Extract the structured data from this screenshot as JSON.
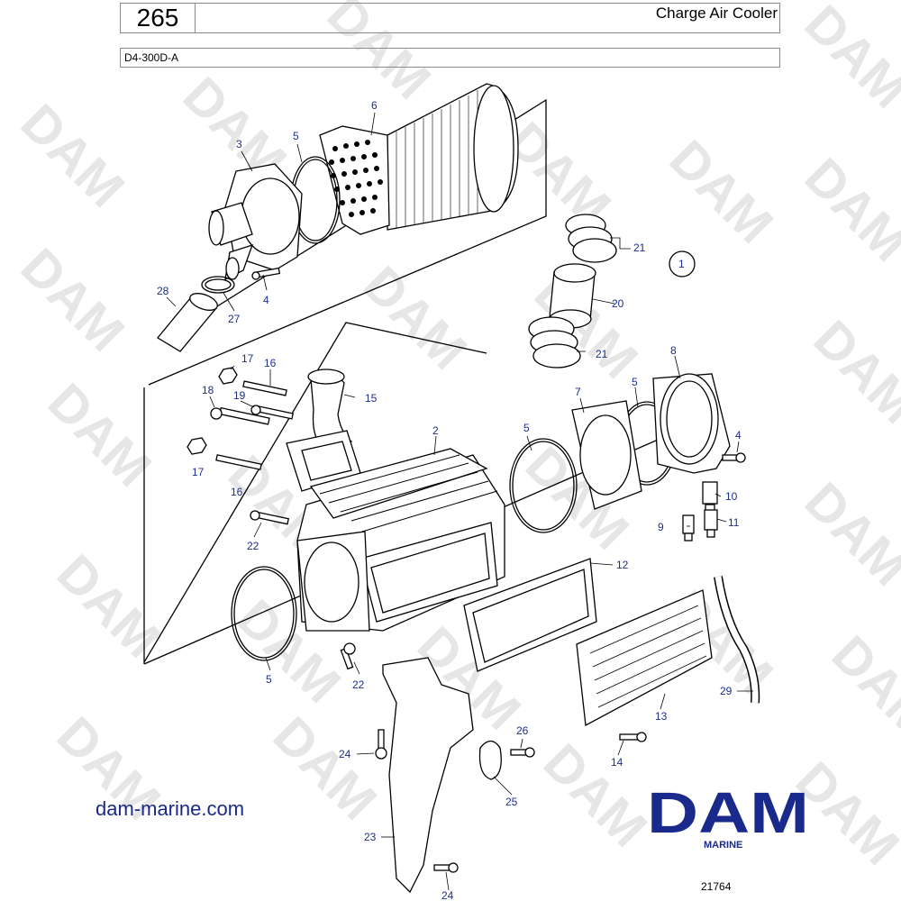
{
  "header": {
    "page_number": "265",
    "title": "Charge Air Cooler",
    "model": "D4-300D-A"
  },
  "watermark": "DAM",
  "footer": {
    "website": "dam-marine.com",
    "logo_text": "DAM",
    "logo_subtitle": "MARINE",
    "reference": "21764"
  },
  "callouts": {
    "c1": "1",
    "c2": "2",
    "c3": "3",
    "c4a": "4",
    "c4b": "4",
    "c5a": "5",
    "c5b": "5",
    "c5c": "5",
    "c5d": "5",
    "c6": "6",
    "c7": "7",
    "c8": "8",
    "c9": "9",
    "c10": "10",
    "c11": "11",
    "c12": "12",
    "c13": "13",
    "c14": "14",
    "c15": "15",
    "c16a": "16",
    "c16b": "16",
    "c17a": "17",
    "c17b": "17",
    "c18": "18",
    "c19": "19",
    "c20": "20",
    "c21a": "21",
    "c21b": "21",
    "c22a": "22",
    "c22b": "22",
    "c23": "23",
    "c24a": "24",
    "c24b": "24",
    "c25": "25",
    "c26": "26",
    "c27": "27",
    "c28": "28",
    "c29": "29"
  },
  "colors": {
    "callout": "#1c2f8a",
    "brand_blue": "#1a2a8c",
    "line": "#000000",
    "watermark": "#e6e6e6"
  }
}
